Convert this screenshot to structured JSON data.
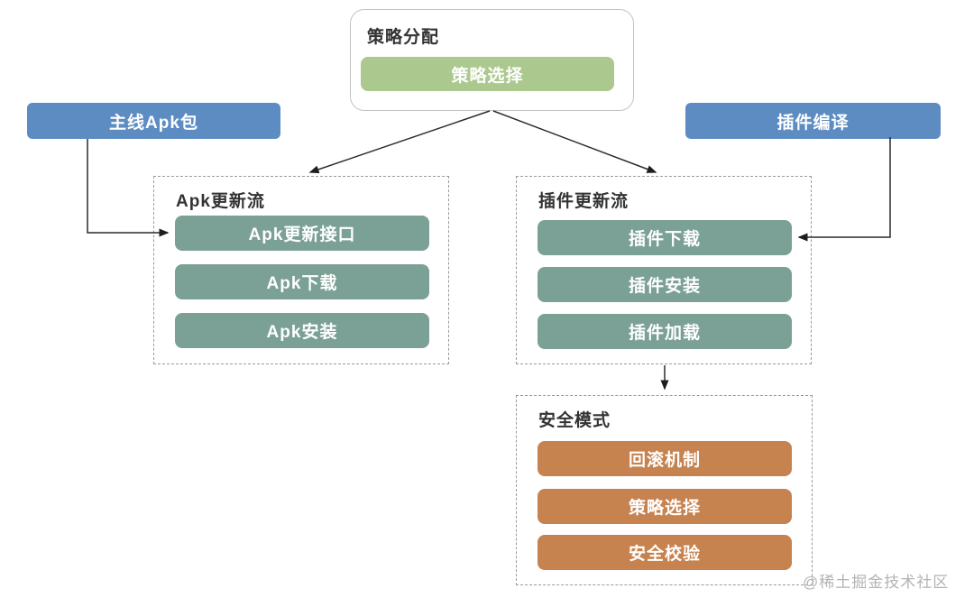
{
  "diagram": {
    "top_box": {
      "title": "策略分配",
      "button_label": "策略选择"
    },
    "left_source": {
      "label": "主线Apk包"
    },
    "right_source": {
      "label": "插件编译"
    },
    "apk_flow": {
      "title": "Apk更新流",
      "steps": [
        "Apk更新接口",
        "Apk下载",
        "Apk安装"
      ]
    },
    "plugin_flow": {
      "title": "插件更新流",
      "steps": [
        "插件下载",
        "插件安装",
        "插件加载"
      ]
    },
    "safe_mode": {
      "title": "安全模式",
      "steps": [
        "回滚机制",
        "策略选择",
        "安全校验"
      ]
    },
    "watermark": "@稀土掘金技术社区",
    "colors": {
      "source_blue": "#5d8cc3",
      "strategy_green": "#abc98e",
      "flow_sage": "#7ba096",
      "safe_orange": "#c6824f",
      "panel_border": "#9a9a9a",
      "connector": "#2a2a2a"
    }
  }
}
